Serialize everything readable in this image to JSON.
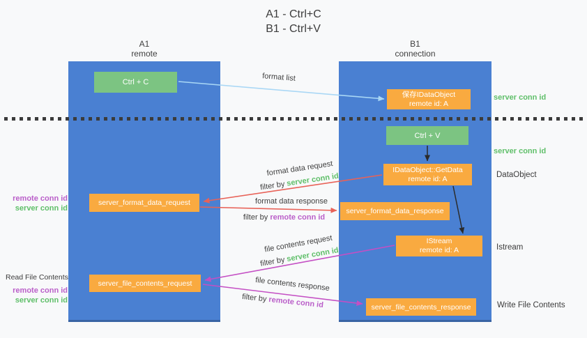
{
  "title": {
    "line1": "A1 - Ctrl+C",
    "line2": "B1 - Ctrl+V"
  },
  "lanes": {
    "a1": {
      "name": "A1",
      "sub": "remote"
    },
    "b1": {
      "name": "B1",
      "sub": "connection"
    }
  },
  "nodes": {
    "ctrl_c": {
      "label": "Ctrl + C"
    },
    "ctrl_v": {
      "label": "Ctrl + V"
    },
    "save_idataobject": {
      "line1": "保存IDataObject",
      "line2": "remote id: A"
    },
    "idataobject_getdata": {
      "line1": "IDataObject::GetData",
      "line2": "remote id: A"
    },
    "istream": {
      "line1": "IStream",
      "line2": "remote id: A"
    },
    "server_format_data_request": {
      "label": "server_format_data_request"
    },
    "server_format_data_response": {
      "label": "server_format_data_response"
    },
    "server_file_contents_request": {
      "label": "server_file_contents_request"
    },
    "server_file_contents_response": {
      "label": "server_file_contents_response"
    }
  },
  "edge_labels": {
    "format_list": "format list",
    "format_data_request": "format data request",
    "format_data_response": "format data response",
    "file_contents_request": "file contents request",
    "file_contents_response": "file contents response",
    "filter_by": "filter by"
  },
  "terms": {
    "server_conn_id": "server conn id",
    "remote_conn_id": "remote conn id"
  },
  "side_labels": {
    "dataobject": "DataObject",
    "istream": "Istream",
    "write_file_contents": "Write File Contents",
    "read_file_contents": "Read File Contents"
  },
  "colors": {
    "lane_blue": "#4a80d2",
    "box_green": "#7cc482",
    "box_orange": "#f9aa40",
    "text_green": "#5fbf69",
    "text_purple": "#ba5fc9",
    "arrow_red": "#e86258",
    "arrow_magenta": "#c44fc4",
    "arrow_lightblue": "#a9d7f5",
    "arrow_black": "#2b2b2b"
  }
}
